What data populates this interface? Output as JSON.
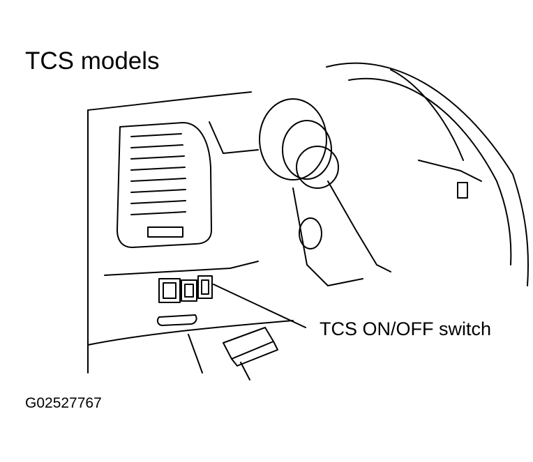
{
  "title": "TCS models",
  "callout_label": "TCS ON/OFF switch",
  "figure_id": "G02527767",
  "colors": {
    "ink": "#000000",
    "background": "#ffffff"
  }
}
